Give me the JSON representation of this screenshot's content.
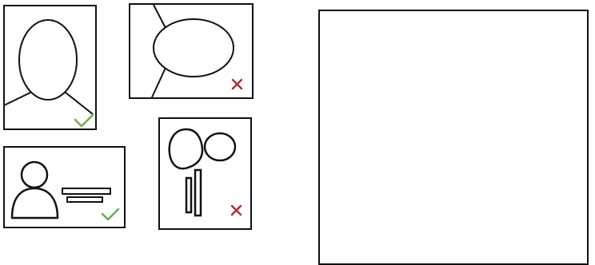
{
  "colors": {
    "stroke": "#111111",
    "accept": "#6ab04c",
    "reject": "#b03030",
    "background": "#ffffff"
  },
  "examples": [
    {
      "id": "portrait-frontal",
      "verdict": "accept",
      "icon": "checkmark-icon"
    },
    {
      "id": "portrait-sideways",
      "verdict": "reject",
      "icon": "cross-icon"
    },
    {
      "id": "person-with-document",
      "verdict": "accept",
      "icon": "checkmark-icon"
    },
    {
      "id": "multiple-people",
      "verdict": "reject",
      "icon": "cross-icon"
    }
  ],
  "placeholder": {
    "icon": "empty-photo-frame"
  }
}
